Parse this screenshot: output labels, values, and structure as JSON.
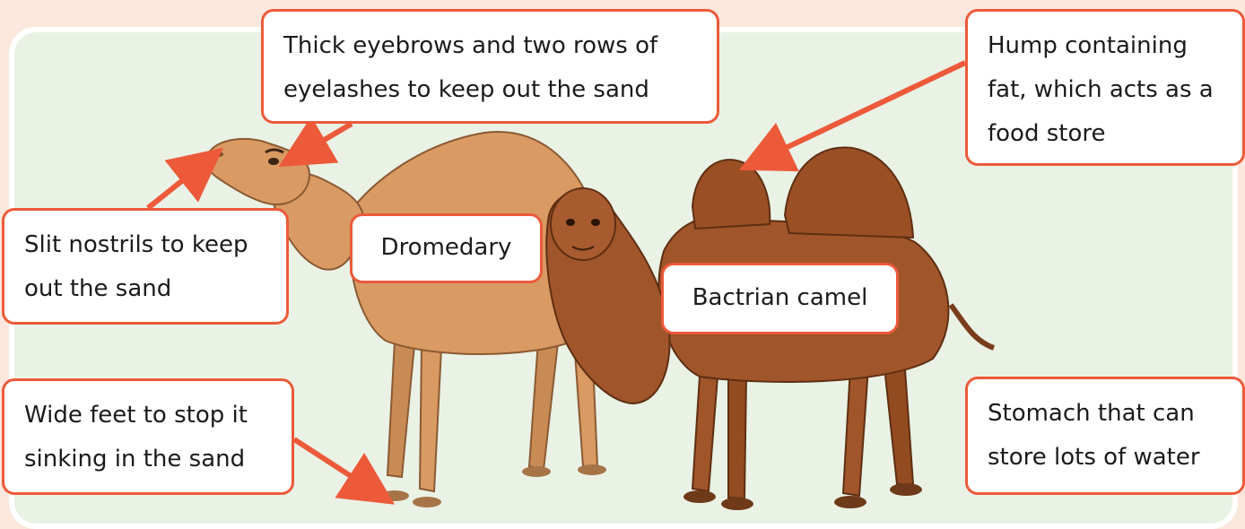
{
  "labels": {
    "eyebrows": "Thick eyebrows and two rows of eyelashes to keep out the sand",
    "hump": "Hump containing fat, which acts as a food store",
    "nostrils": "Slit nostrils to keep out the sand",
    "dromedary": "Dromedary",
    "bactrian": "Bactrian camel",
    "feet": "Wide feet to stop it sinking in the sand",
    "stomach": "Stomach that can store lots of water"
  },
  "colors": {
    "accent": "#ec5a3a",
    "dromedary_body": "#d99a63",
    "bactrian_body": "#a0552a",
    "panel": "#eaf2e6",
    "page": "#fbe7dc"
  }
}
